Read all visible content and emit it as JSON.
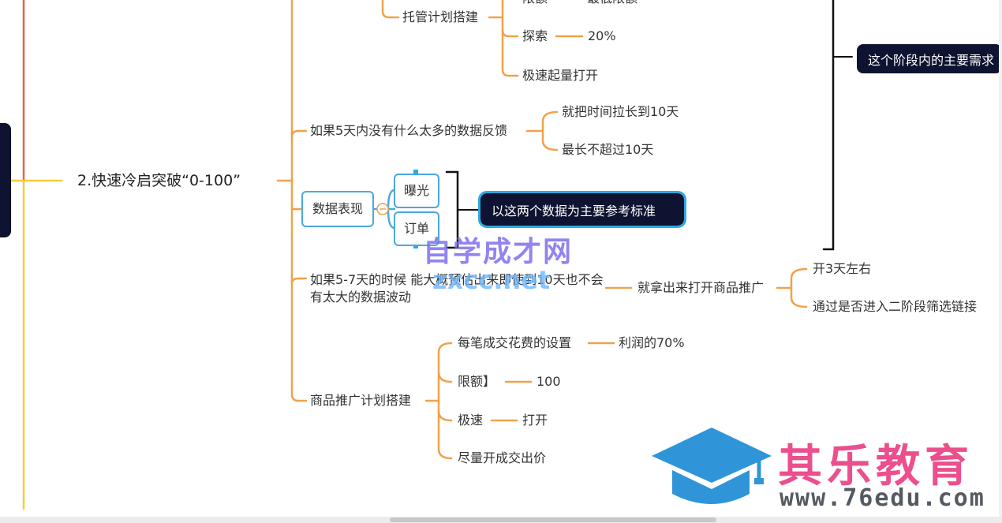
{
  "colors": {
    "branch_orange": "#f0a24a",
    "stage_red": "#e4664c",
    "stage_yellow": "#f2cf3c",
    "box_blue": "#4aa9de",
    "callout_bg": "#0d1330",
    "watermark_purple": "#7e6ff0",
    "brand_pink": "#ec4f8d",
    "brand_blue": "#2f95d8"
  },
  "main_node": "2.快速冷启突破“0-100”",
  "top": {
    "limit": "限额",
    "min_limit": "最低限额",
    "hosting_plan": "托管计划搭建",
    "explore": "探索",
    "explore_value": "20%",
    "speed_boost": "极速起量打开"
  },
  "callout_right": "这个阶段内的主要需求",
  "feedback": {
    "label": "如果5天内没有什么太多的数据反馈",
    "child1": "就把时间拉长到10天",
    "child2": "最长不超过10天"
  },
  "data_perf": {
    "label": "数据表现",
    "exposure": "曝光",
    "orders": "订单",
    "callout": "以这两个数据为主要参考标准"
  },
  "estimate": {
    "label": "如果5-7天的时候  能大概预估出来即使到10天也不会有太大的数据波动",
    "action": "就拿出来打开商品推广",
    "child1": "开3天左右",
    "child2": "通过是否进入二阶段筛选链接"
  },
  "promo": {
    "label": "商品推广计划搭建",
    "fee_setting": "每笔成交花费的设置",
    "fee_value": "利润的70%",
    "limit": "限额】",
    "limit_value": "100",
    "speed": "极速",
    "speed_value": "打开",
    "bid": "尽量开成交出价"
  },
  "watermark": {
    "text_cn": "自学成才网",
    "text_en": "zxcc.net"
  },
  "brand": {
    "name": "其乐教育",
    "url": "www.76edu.com",
    "icon": "graduation-cap-icon"
  }
}
